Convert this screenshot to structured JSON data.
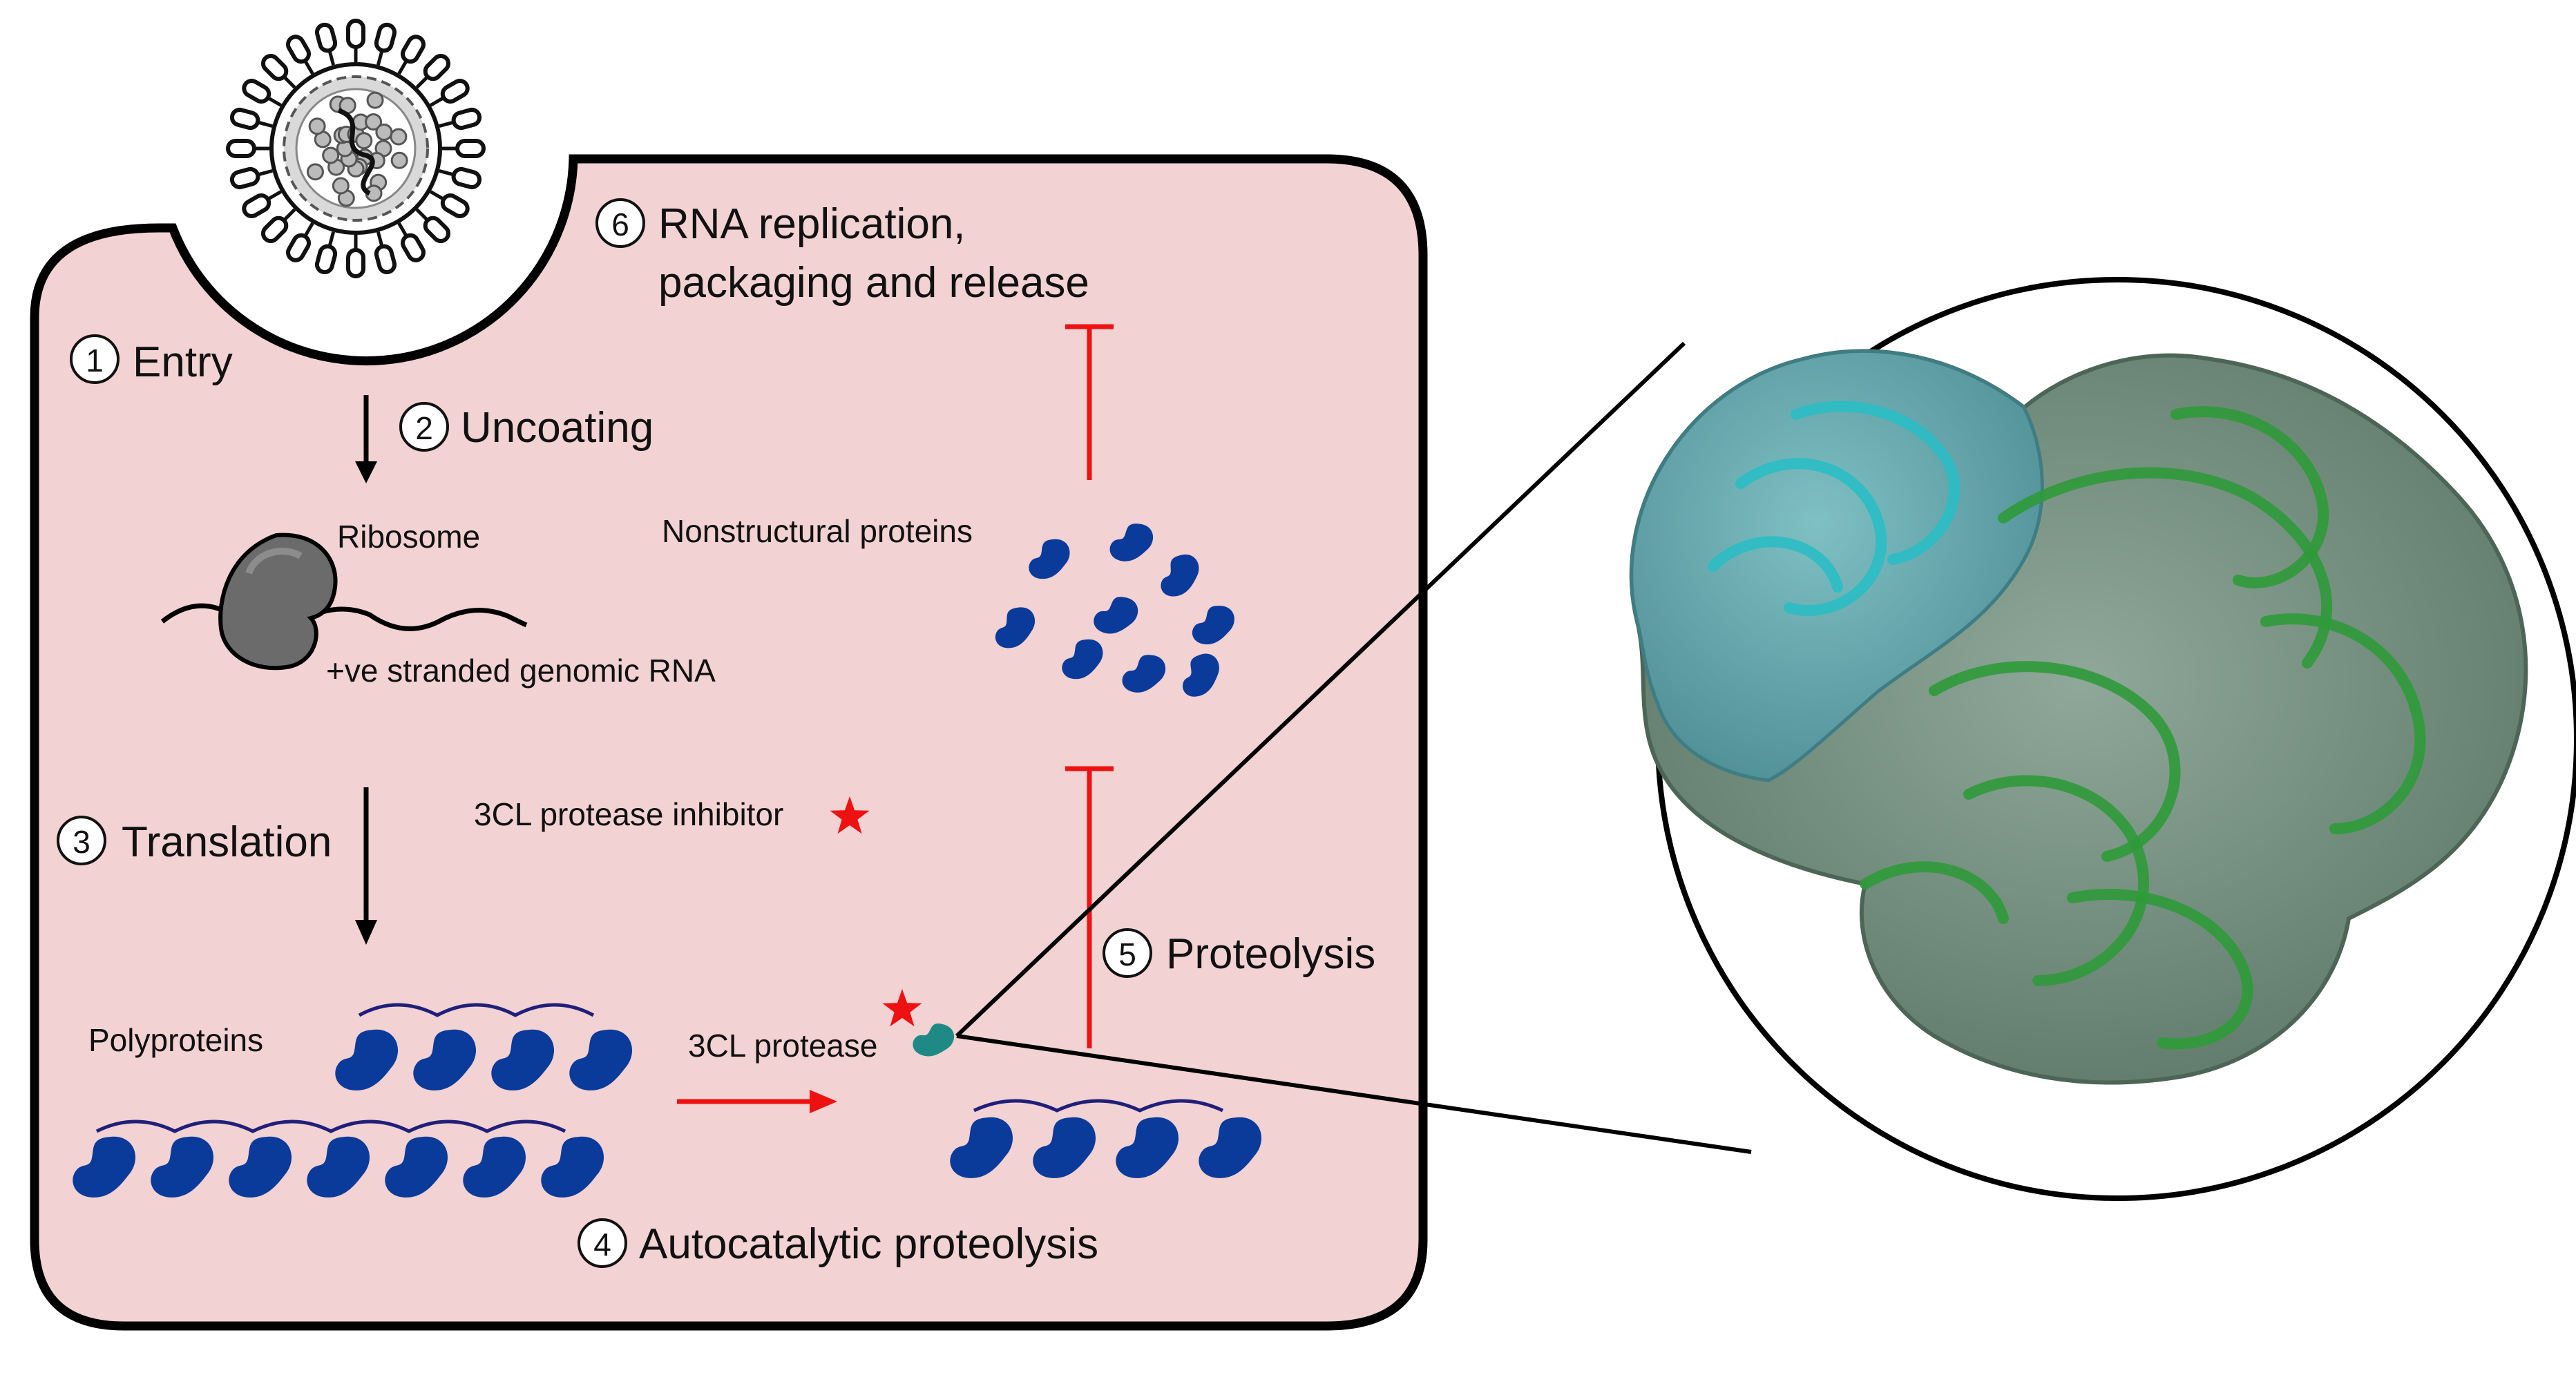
{
  "steps": [
    {
      "num": "1",
      "label": "Entry"
    },
    {
      "num": "2",
      "label": "Uncoating"
    },
    {
      "num": "3",
      "label": "Translation"
    },
    {
      "num": "4",
      "label": "Autocatalytic proteolysis"
    },
    {
      "num": "5",
      "label": "Proteolysis"
    },
    {
      "num": "6",
      "label_line1": "RNA replication,",
      "label_line2": "packaging and release"
    }
  ],
  "labels": {
    "ribosome": "Ribosome",
    "genomic_rna": "+ve stranded genomic RNA",
    "nonstructural": "Nonstructural proteins",
    "inhibitor": "3CL protease inhibitor",
    "polyproteins": "Polyproteins",
    "protease": "3CL protease"
  },
  "colors": {
    "cell_fill": "#f2d2d2",
    "cell_outline": "#000000",
    "protein_blue": "#0a3a9a",
    "inhibitor_red": "#ee1111",
    "protease_teal": "#1f8a85",
    "structure_cyan": "#2bbcc4",
    "structure_green": "#2f9a3a",
    "structure_surface": "#7f9a8a"
  },
  "icons": {
    "virus": "virus-particle-icon",
    "ribosome": "ribosome-icon",
    "protein": "protein-subunit-icon",
    "inhibitor": "red-star-icon",
    "structure": "protease-structure-render"
  }
}
